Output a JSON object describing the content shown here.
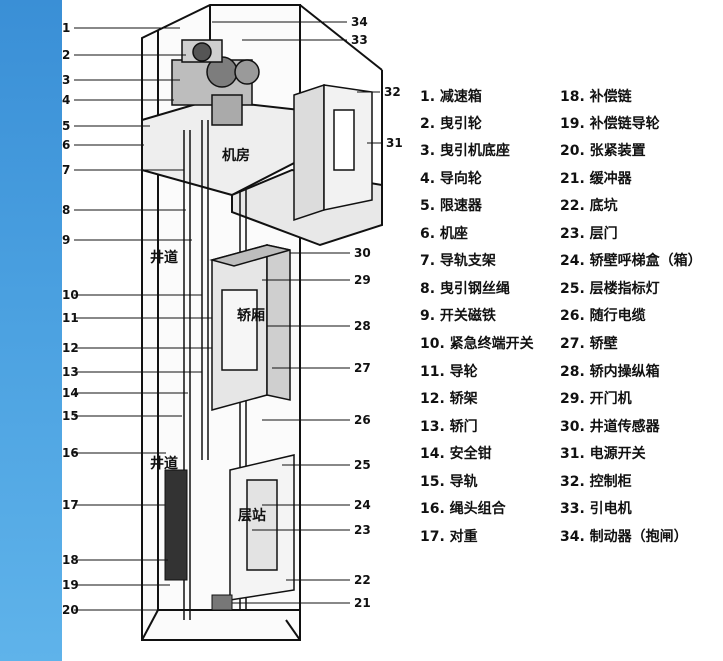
{
  "diagram": {
    "callouts": [
      "1",
      "2",
      "3",
      "4",
      "5",
      "6",
      "7",
      "8",
      "9",
      "10",
      "11",
      "12",
      "13",
      "14",
      "15",
      "16",
      "17",
      "18",
      "19",
      "20",
      "21",
      "22",
      "23",
      "24",
      "25",
      "26",
      "27",
      "28",
      "29",
      "30",
      "31",
      "32",
      "33",
      "34"
    ],
    "in_figure_text": {
      "machine_room": "机房",
      "hoistway_upper": "井道",
      "hoistway_lower": "井道",
      "car": "轿厢",
      "landing": "层站"
    }
  },
  "legend": {
    "left": [
      "1. 减速箱",
      "2. 曳引轮",
      "3. 曳引机底座",
      "4. 导向轮",
      "5. 限速器",
      "6. 机座",
      "7. 导轨支架",
      "8. 曳引钢丝绳",
      "9. 开关磁铁",
      "10. 紧急终端开关",
      "11. 导轮",
      "12. 轿架",
      "13. 轿门",
      "14. 安全钳",
      "15. 导轨",
      "16. 绳头组合",
      "17. 对重"
    ],
    "right": [
      "18. 补偿链",
      "19. 补偿链导轮",
      "20. 张紧装置",
      "21. 缓冲器",
      "22. 底坑",
      "23. 层门",
      "24. 轿壁呼梯盒（箱）",
      "25. 层楼指标灯",
      "26. 随行电缆",
      "27. 轿壁",
      "28. 轿内操纵箱",
      "29. 开门机",
      "30. 井道传感器",
      "31. 电源开关",
      "32. 控制柜",
      "33. 引电机",
      "34. 制动器（抱闸）"
    ]
  }
}
